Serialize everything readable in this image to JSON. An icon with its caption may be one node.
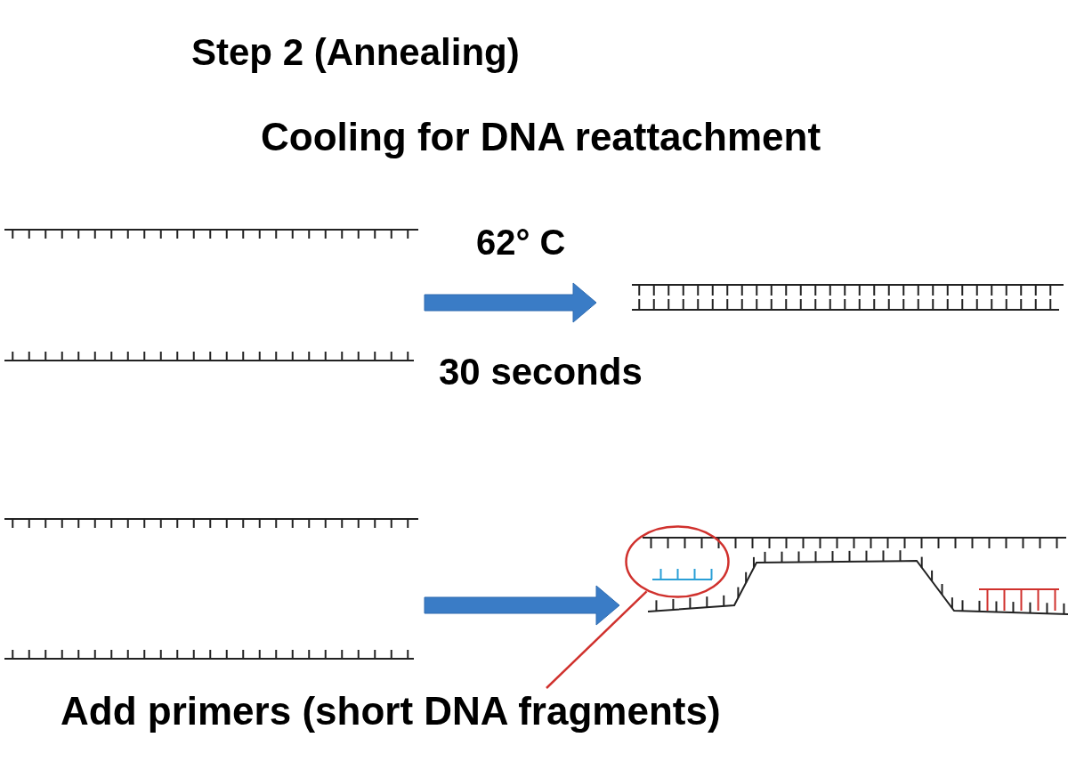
{
  "diagram": {
    "title": "Step 2 (Annealing)",
    "nodes": [
      {
        "text": [],
        "shape": "picture"
      },
      {
        "text": [],
        "shape": "picture"
      },
      {
        "text": [],
        "shape": "picture"
      },
      {
        "text": [],
        "shape": "picture"
      },
      {
        "text": [],
        "shape": "circle",
        "in": 3
      },
      {
        "text": [
          "Add primers (short DNA fragments)"
        ]
      }
    ],
    "edges": [
      {
        "from": 0,
        "to": 1,
        "arrow": "to"
      },
      {
        "from": 2,
        "to": 3,
        "arrow": "to"
      },
      {
        "from": 5,
        "to": 4,
        "arrow": "none",
        "color": "#d0312d"
      }
    ],
    "labels": [
      "Cooling for DNA reattachment",
      "62° C",
      "30 seconds"
    ]
  }
}
